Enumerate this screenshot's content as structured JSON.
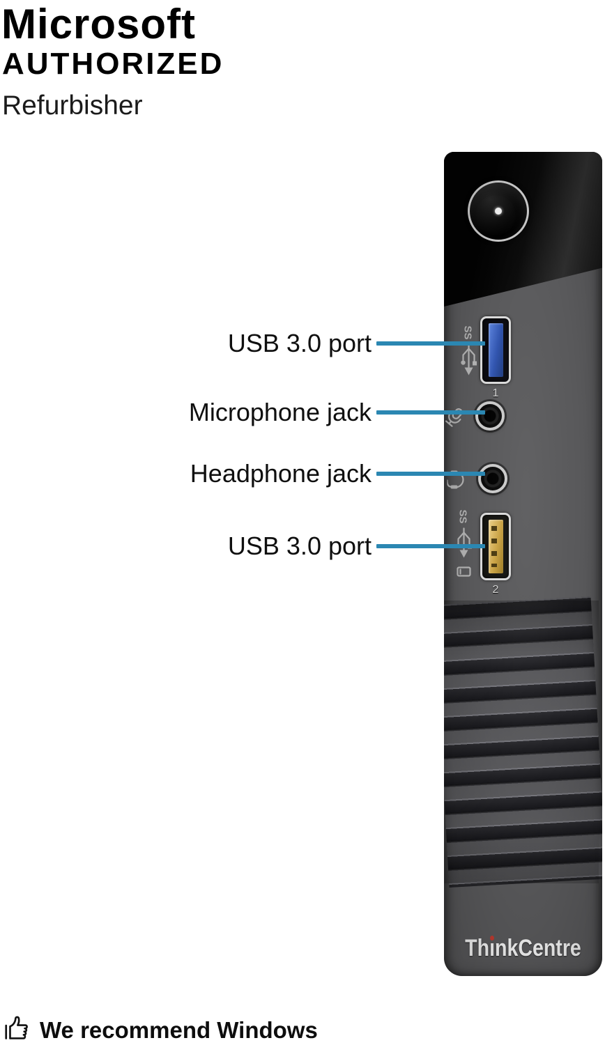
{
  "badge": {
    "line1": "Microsoft",
    "line2": "AUTHORIZED",
    "line3": "Refurbisher"
  },
  "callouts": [
    {
      "label": "USB 3.0 port"
    },
    {
      "label": "Microphone jack"
    },
    {
      "label": "Headphone jack"
    },
    {
      "label": "USB 3.0 port"
    }
  ],
  "device": {
    "brand": "ThinkCentre",
    "brand_part1": "Th",
    "brand_part_i": "ı",
    "brand_part2": "nkCentre",
    "port1_number": "1",
    "port2_number": "2"
  },
  "footer": {
    "text": "We recommend Windows"
  },
  "icons": {
    "power": "power-button",
    "port1": "usb3-ss-icon",
    "mic": "microphone-icon",
    "headphone": "headphone-icon",
    "port2": "usb3-ss-always-on-icon",
    "footer": "thumbs-up-icon"
  },
  "colors": {
    "callout_line": "#2b87b2",
    "usb1_tongue": "#2f53ae",
    "usb2_tongue": "#c9a243",
    "device_body": "#59595b",
    "logo_text": "#f4f4f4",
    "logo_dot_red": "#c23b30"
  }
}
